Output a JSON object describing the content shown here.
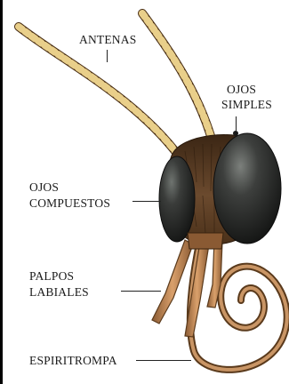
{
  "labels": {
    "antenas": "ANTENAS",
    "ojos_simples_line1": "OJOS",
    "ojos_simples_line2": "SIMPLES",
    "ojos_compuestos_line1": "OJOS",
    "ojos_compuestos_line2": "COMPUESTOS",
    "palpos_labiales_line1": "PALPOS",
    "palpos_labiales_line2": "LABIALES",
    "espiritrompa": "ESPIRITROMPA"
  },
  "colors": {
    "antenna_light": "#e9cf8a",
    "antenna_dark": "#5a3a1c",
    "head_fur": "#6b4a2e",
    "eye": "#2a2b2a",
    "eye_highlight": "#6f7470",
    "palp": "#c98f5c",
    "proboscis": "#b07a4a"
  }
}
